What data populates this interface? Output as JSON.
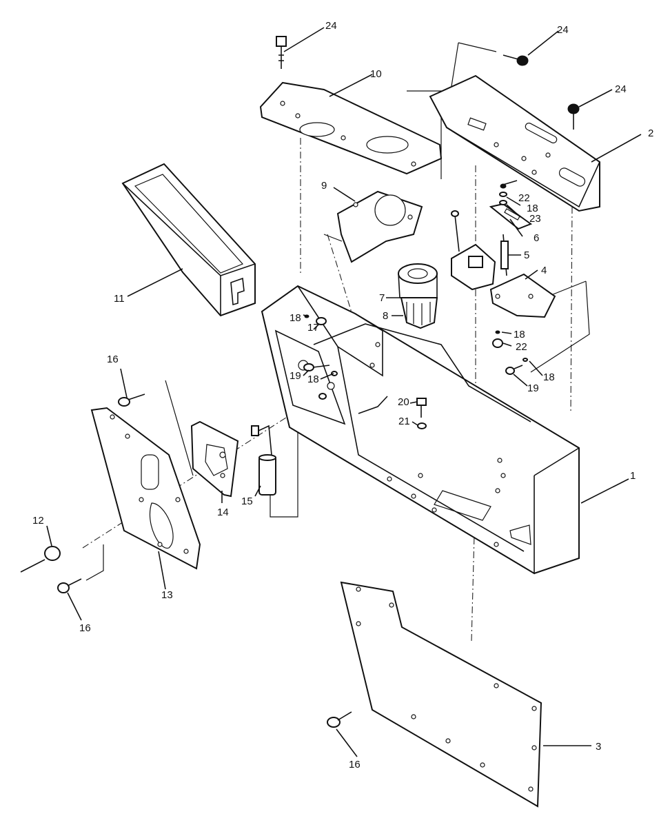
{
  "diagram": {
    "callouts": {
      "p1": "1",
      "p2": "2",
      "p3": "3",
      "p4": "4",
      "p5": "5",
      "p6": "6",
      "p7": "7",
      "p8": "8",
      "p9": "9",
      "p10": "10",
      "p11": "11",
      "p12": "12",
      "p13": "13",
      "p14": "14",
      "p15": "15",
      "p16a": "16",
      "p16b": "16",
      "p16c": "16",
      "p17": "17",
      "p18a": "18",
      "p18b": "18",
      "p18c": "18",
      "p18d": "18",
      "p18e": "18",
      "p19a": "19",
      "p19b": "19",
      "p20": "20",
      "p21": "21",
      "p22a": "22",
      "p22b": "22",
      "p23": "23",
      "p24a": "24",
      "p24b": "24",
      "p24c": "24"
    }
  }
}
